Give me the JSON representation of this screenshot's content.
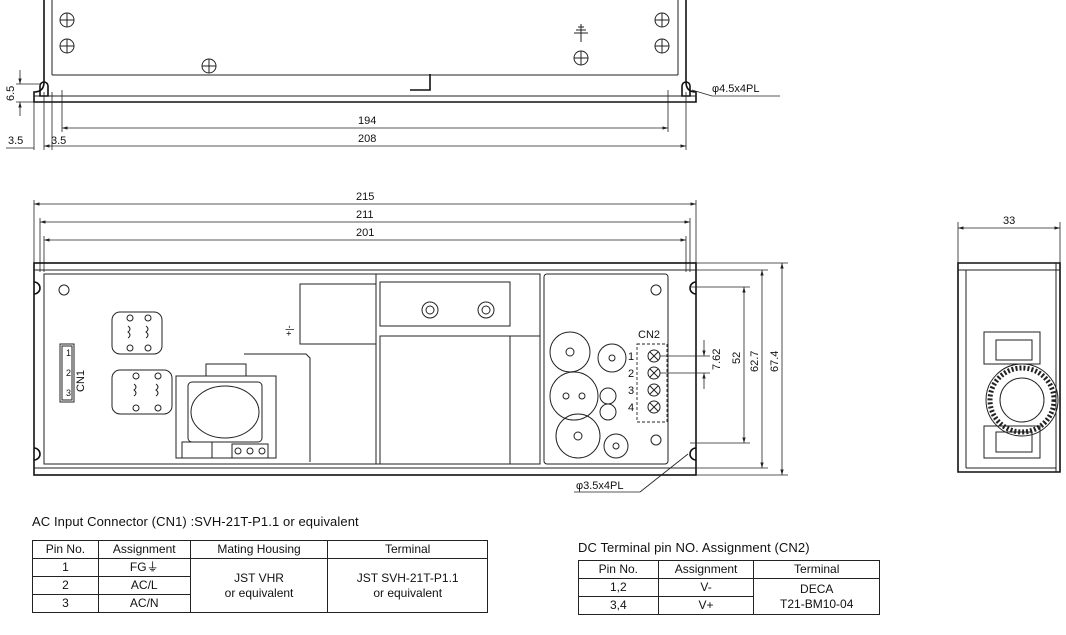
{
  "dimensions": {
    "top_mount_height": "6.5",
    "top_offset_left": "3.5",
    "top_offset_left2": "3.5",
    "top_inner_width": "194",
    "top_outer_width": "208",
    "top_hole_label": "φ4.5x4PL",
    "front_width_215": "215",
    "front_width_211": "211",
    "front_width_201": "201",
    "front_hole_label": "φ3.5x4PL",
    "front_h_7_62": "7.62",
    "front_h_52": "52",
    "front_h_62_7": "62.7",
    "front_h_67_4": "67.4",
    "side_depth": "33"
  },
  "labels": {
    "cn1": "CN1",
    "cn2": "CN2",
    "cn1_pins": [
      "1",
      "2",
      "3"
    ],
    "cn2_pins": [
      "1",
      "2",
      "3",
      "4"
    ],
    "adj_symbol": "+|-"
  },
  "ac_table": {
    "title": "AC Input Connector (CN1) :SVH-21T-P1.1 or equivalent",
    "headers": [
      "Pin No.",
      "Assignment",
      "Mating Housing",
      "Terminal"
    ],
    "rows": [
      {
        "pin": "1",
        "assignment": "FG⏚"
      },
      {
        "pin": "2",
        "assignment": "AC/L"
      },
      {
        "pin": "3",
        "assignment": "AC/N"
      }
    ],
    "housing_line1": "JST VHR",
    "housing_line2": "or equivalent",
    "terminal_line1": "JST SVH-21T-P1.1",
    "terminal_line2": "or equivalent"
  },
  "dc_table": {
    "title": "DC Terminal pin NO. Assignment (CN2)",
    "headers": [
      "Pin No.",
      "Assignment",
      "Terminal"
    ],
    "rows": [
      {
        "pin": "1,2",
        "assignment": "V-"
      },
      {
        "pin": "3,4",
        "assignment": "V+"
      }
    ],
    "terminal_line1": "DECA",
    "terminal_line2": "T21-BM10-04"
  }
}
